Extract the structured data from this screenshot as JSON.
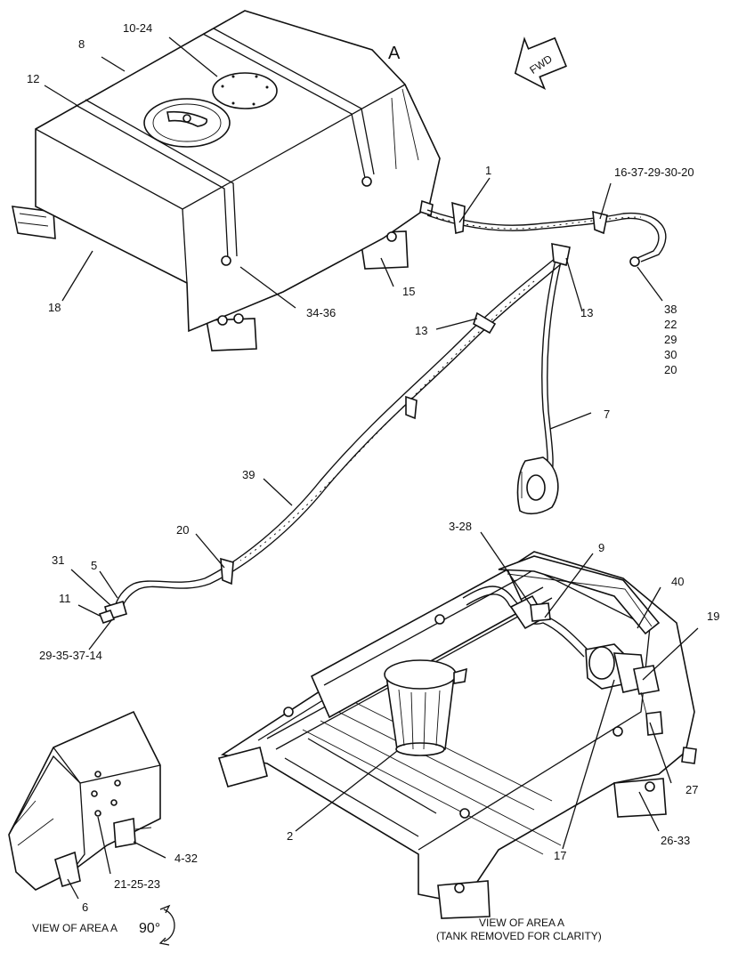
{
  "labels": {
    "area_a": "A",
    "fwd": "FWD",
    "l1": "1",
    "l2": "2",
    "l3_28": "3-28",
    "l4_32": "4-32",
    "l5": "5",
    "l6": "6",
    "l7": "7",
    "l8": "8",
    "l9": "9",
    "l10_24": "10-24",
    "l11": "11",
    "l12": "12",
    "l13a": "13",
    "l13b": "13",
    "l15": "15",
    "l16_37_29_30_20": "16-37-29-30-20",
    "l17": "17",
    "l18": "18",
    "l19": "19",
    "l20": "20",
    "l21_25_23": "21-25-23",
    "l26_33": "26-33",
    "l27": "27",
    "l29_35_37_14": "29-35-37-14",
    "l31": "31",
    "l34_36": "34-36",
    "l39": "39",
    "l40": "40",
    "stack": [
      "38",
      "22",
      "29",
      "30",
      "20"
    ]
  },
  "captions": {
    "view_left": "VIEW OF AREA A",
    "rotation": "90°",
    "view_right_1": "VIEW OF AREA A",
    "view_right_2": "(TANK REMOVED FOR CLARITY)"
  }
}
